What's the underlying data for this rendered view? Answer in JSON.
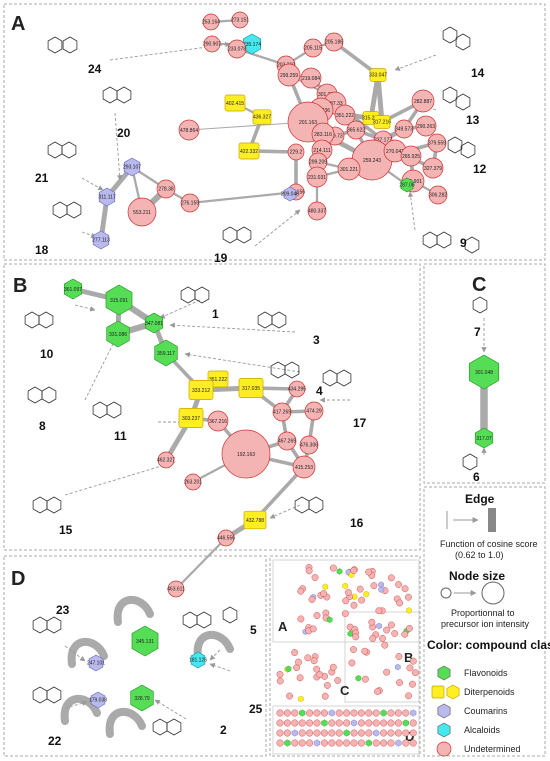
{
  "panels": {
    "A": {
      "letter": "A"
    },
    "B": {
      "letter": "B"
    },
    "C": {
      "letter": "C"
    },
    "D": {
      "letter": "D"
    }
  },
  "compound_numbers": [
    "24",
    "20",
    "21",
    "18",
    "19",
    "14",
    "13",
    "12",
    "9",
    "1",
    "3",
    "4",
    "10",
    "8",
    "11",
    "17",
    "15",
    "16",
    "7",
    "6",
    "5",
    "23",
    "25",
    "22",
    "2"
  ],
  "legend": {
    "edge_title": "Edge",
    "edge_desc_1": "Function of cosine score",
    "edge_desc_2": "(0.62 to 1.0)",
    "node_size_title": "Node size",
    "node_size_desc_1": "Proportionnal to",
    "node_size_desc_2": "precursor ion intensity",
    "color_title": "Color: compound class",
    "classes": [
      {
        "label": "Flavonoids",
        "color": "#55dd55",
        "shape": "hexagon"
      },
      {
        "label": "Diterpenoids",
        "color": "#ffee22",
        "shape": "hexagon-pair"
      },
      {
        "label": "Coumarins",
        "color": "#b9b9ee",
        "shape": "hexagon"
      },
      {
        "label": "Alcaloids",
        "color": "#44e8ee",
        "shape": "hexagon"
      },
      {
        "label": "Undetermined",
        "color": "#f4b4b4",
        "shape": "circle"
      }
    ]
  },
  "colors": {
    "undetermined": "#f4b4b4",
    "undetermined_stroke": "#d03030",
    "flavonoid": "#55dd55",
    "flavonoid_stroke": "#2a9a2a",
    "diterpenoid": "#ffee22",
    "diterpenoid_stroke": "#c8a400",
    "coumarin": "#b9b9ee",
    "coumarin_stroke": "#7070c0",
    "alcaloid": "#44e8ee",
    "alcaloid_stroke": "#1a9aa8",
    "edge": "#aaaaaa"
  },
  "nodes": {
    "A": [
      {
        "label": "253.164",
        "type": "u"
      },
      {
        "label": "273.151",
        "type": "u"
      },
      {
        "label": "290.907",
        "type": "u"
      },
      {
        "label": "235.174",
        "type": "a"
      },
      {
        "label": "233.078",
        "type": "u"
      },
      {
        "label": "203.360",
        "type": "u"
      },
      {
        "label": "205.115",
        "type": "u"
      },
      {
        "label": "205.186",
        "type": "u"
      },
      {
        "label": "333.047",
        "type": "d"
      },
      {
        "label": "402.415",
        "type": "d"
      },
      {
        "label": "436.327",
        "type": "d"
      },
      {
        "label": "299.259",
        "type": "u"
      },
      {
        "label": "219.084",
        "type": "u"
      },
      {
        "label": "301.374",
        "type": "u"
      },
      {
        "label": "287.33",
        "type": "u"
      },
      {
        "label": "303.236",
        "type": "u"
      },
      {
        "label": "351.222",
        "type": "u"
      },
      {
        "label": "315.201",
        "type": "d"
      },
      {
        "label": "317.216",
        "type": "d"
      },
      {
        "label": "282.887",
        "type": "u"
      },
      {
        "label": "349.73",
        "type": "u"
      },
      {
        "label": "365.622",
        "type": "u"
      },
      {
        "label": "237.177",
        "type": "u"
      },
      {
        "label": "349.573",
        "type": "u"
      },
      {
        "label": "290.263",
        "type": "u"
      },
      {
        "label": "478.864",
        "type": "u"
      },
      {
        "label": "422.332",
        "type": "d"
      },
      {
        "label": "201.163",
        "type": "u"
      },
      {
        "label": "283.116",
        "type": "u"
      },
      {
        "label": "259.243",
        "type": "u"
      },
      {
        "label": "379.559",
        "type": "u"
      },
      {
        "label": "327.379",
        "type": "u"
      },
      {
        "label": "229.2",
        "type": "u"
      },
      {
        "label": "214.111",
        "type": "u"
      },
      {
        "label": "299.209",
        "type": "u"
      },
      {
        "label": "270.042",
        "type": "u"
      },
      {
        "label": "265.925",
        "type": "u"
      },
      {
        "label": "275.901",
        "type": "u"
      },
      {
        "label": "301.221",
        "type": "u"
      },
      {
        "label": "231.031",
        "type": "u"
      },
      {
        "label": "287.06",
        "type": "f"
      },
      {
        "label": "306.282",
        "type": "u"
      },
      {
        "label": "480.337",
        "type": "u"
      },
      {
        "label": "257.156",
        "type": "u"
      },
      {
        "label": "209.046",
        "type": "c"
      },
      {
        "label": "278.38",
        "type": "u"
      },
      {
        "label": "276.159",
        "type": "u"
      },
      {
        "label": "553.211",
        "type": "u"
      },
      {
        "label": "293.107",
        "type": "c"
      },
      {
        "label": "311.117",
        "type": "c"
      },
      {
        "label": "277.113",
        "type": "c"
      }
    ],
    "B": [
      {
        "label": "361.097",
        "type": "f"
      },
      {
        "label": "315.091",
        "type": "f"
      },
      {
        "label": "347.081",
        "type": "f"
      },
      {
        "label": "331.086",
        "type": "f"
      },
      {
        "label": "359.117",
        "type": "f"
      },
      {
        "label": "351.222",
        "type": "d"
      },
      {
        "label": "333.212",
        "type": "d"
      },
      {
        "label": "317.035",
        "type": "d"
      },
      {
        "label": "303.237",
        "type": "d"
      },
      {
        "label": "367.216",
        "type": "u"
      },
      {
        "label": "434.295",
        "type": "u"
      },
      {
        "label": "417.269",
        "type": "u"
      },
      {
        "label": "474.29",
        "type": "u"
      },
      {
        "label": "467.269",
        "type": "u"
      },
      {
        "label": "476.306",
        "type": "u"
      },
      {
        "label": "415.253",
        "type": "u"
      },
      {
        "label": "192.163",
        "type": "u"
      },
      {
        "label": "462.327",
        "type": "u"
      },
      {
        "label": "263.201",
        "type": "u"
      },
      {
        "label": "432.788",
        "type": "d"
      },
      {
        "label": "446.556",
        "type": "u"
      },
      {
        "label": "463.611",
        "type": "u"
      }
    ],
    "C": [
      {
        "label": "301.048",
        "type": "f"
      },
      {
        "label": "317.07",
        "type": "f"
      }
    ],
    "D": [
      {
        "label": "345.131",
        "type": "f"
      },
      {
        "label": "247.101",
        "type": "c"
      },
      {
        "label": "181.126",
        "type": "a"
      },
      {
        "label": "179.038",
        "type": "c"
      },
      {
        "label": "328.79",
        "type": "f"
      }
    ]
  },
  "overview_letters": [
    "A",
    "B",
    "C",
    "D"
  ]
}
